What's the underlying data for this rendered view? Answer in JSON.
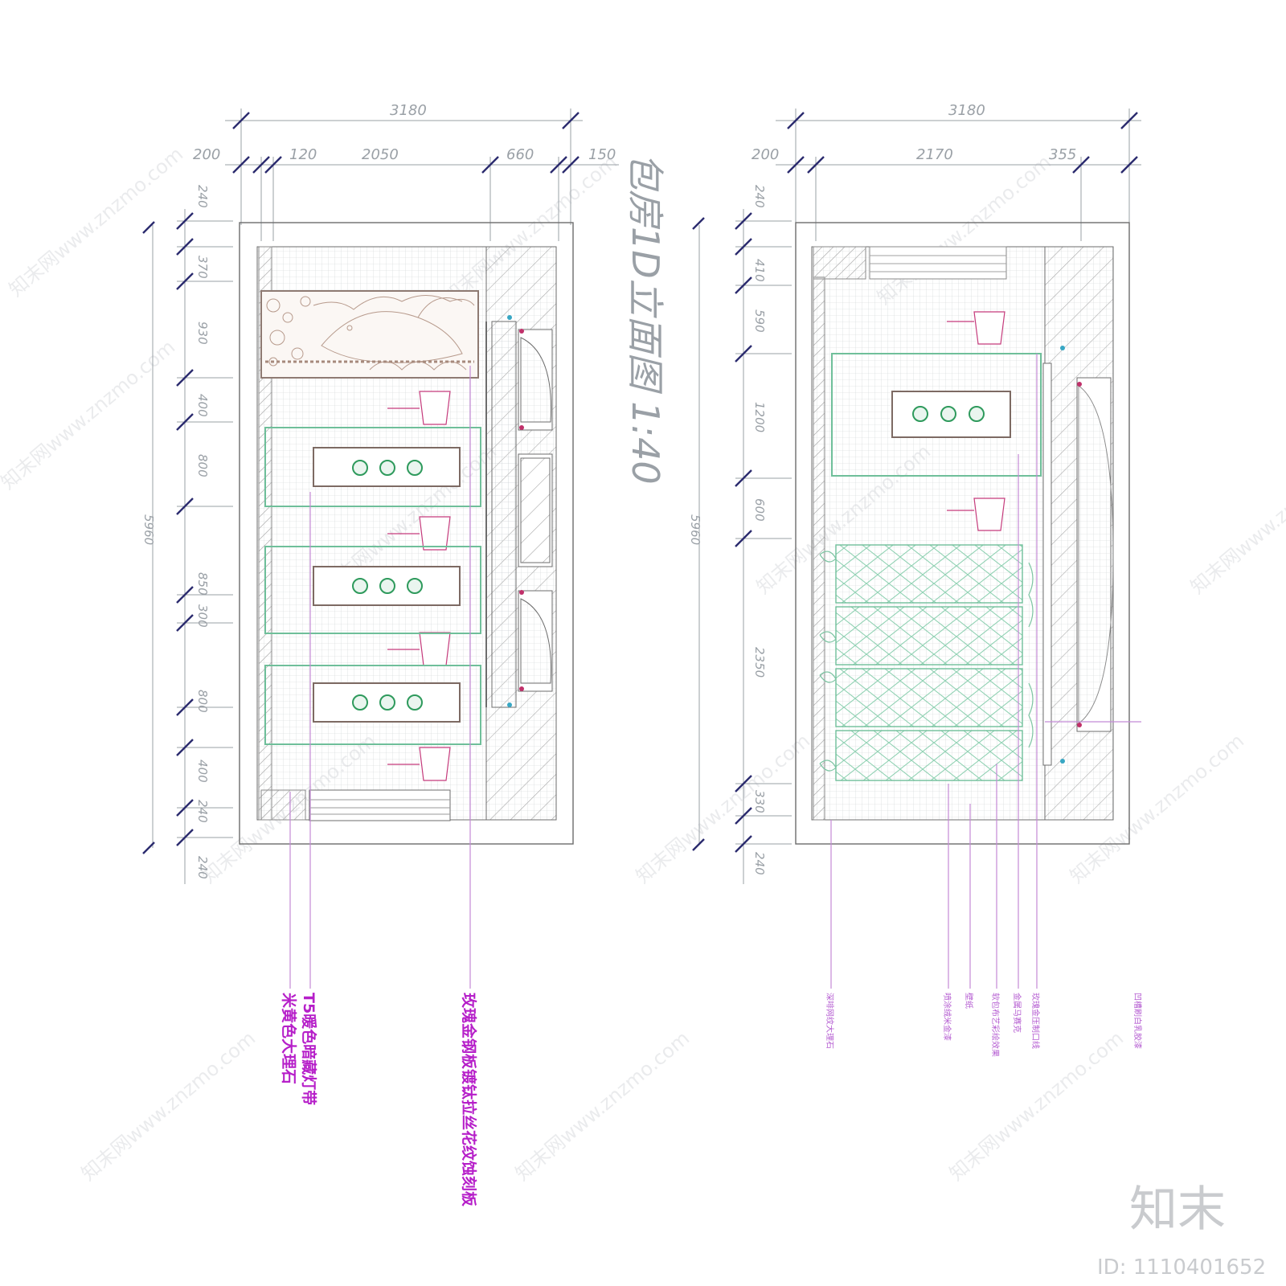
{
  "drawing": {
    "title": "包房1D立面图 1:40",
    "brand": "知末",
    "id_label": "ID: 1110401652",
    "watermark": "知末网www.znzmo.com"
  },
  "left_elevation": {
    "top_total": "3180",
    "top_segments": [
      "200",
      "120",
      "2050",
      "660",
      "150"
    ],
    "left_total": "5960",
    "left_segments": [
      "240",
      "370",
      "930",
      "400",
      "800",
      "850",
      "300",
      "800",
      "400",
      "240",
      "240"
    ],
    "labels": [
      "T5暖色暗藏灯带",
      "米黄色大理石",
      "玫瑰金钢板镀钛拉丝花纹蚀刻板"
    ]
  },
  "right_elevation": {
    "top_total": "3180",
    "top_segments": [
      "200",
      "2170",
      "355"
    ],
    "left_total": "5960",
    "left_segments": [
      "240",
      "410",
      "590",
      "1200",
      "600",
      "2350",
      "330",
      "240"
    ],
    "labels": [
      "深啡网纹大理石",
      "喷涂绒米金漆",
      "壁纸",
      "软包布艺彩绘效果",
      "金属马赛克",
      "玫瑰金压制口线",
      "凹槽刷白乳胶漆"
    ]
  },
  "colors": {
    "outline": "#6d6d6d",
    "tick": "#2b2b6e",
    "panel": "#6fbf9a",
    "leader": "#c48ad6",
    "label": "#b61fc9",
    "lamp": "#d2508a",
    "hatch": "#a9a9a9"
  }
}
